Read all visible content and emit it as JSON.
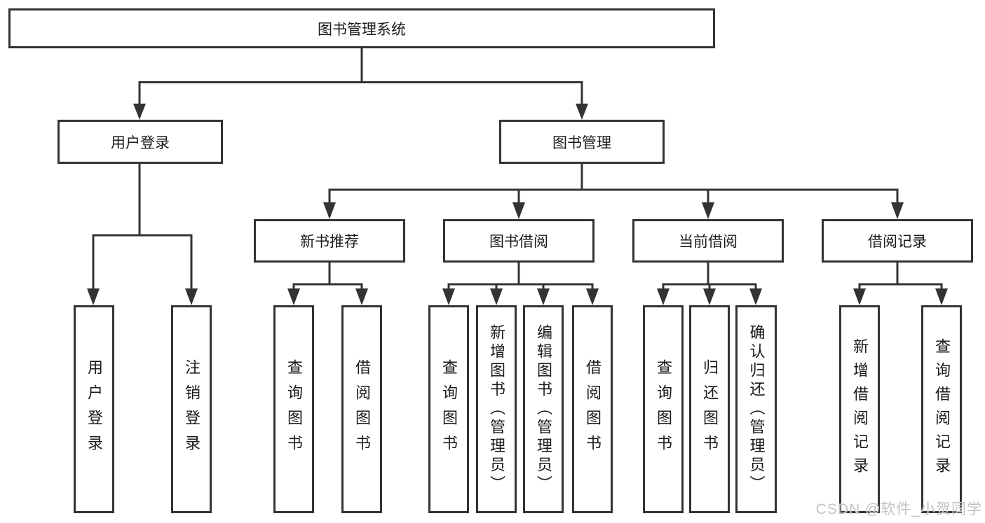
{
  "colors": {
    "background": "#ffffff",
    "line": "#333333",
    "box_border": "#333333",
    "text": "#1a1a1a",
    "watermark_text": "#c4c2c2"
  },
  "tree": {
    "label": "图书管理系统",
    "children": [
      {
        "label": "用户登录",
        "children": [
          {
            "label": "用户登录"
          },
          {
            "label": "注销登录"
          }
        ]
      },
      {
        "label": "图书管理",
        "children": [
          {
            "label": "新书推荐",
            "children": [
              {
                "label": "查询图书"
              },
              {
                "label": "借阅图书"
              }
            ]
          },
          {
            "label": "图书借阅",
            "children": [
              {
                "label": "查询图书"
              },
              {
                "label": "新增图书（管理员）"
              },
              {
                "label": "编辑图书（管理员）"
              },
              {
                "label": "借阅图书"
              }
            ]
          },
          {
            "label": "当前借阅",
            "children": [
              {
                "label": "查询图书"
              },
              {
                "label": "归还图书"
              },
              {
                "label": "确认归还（管理员）"
              }
            ]
          },
          {
            "label": "借阅记录",
            "children": [
              {
                "label": "新增借阅记录"
              },
              {
                "label": "查询借阅记录"
              }
            ]
          }
        ]
      }
    ]
  },
  "watermark": {
    "text": "CSDN @软件_小贺同学"
  }
}
